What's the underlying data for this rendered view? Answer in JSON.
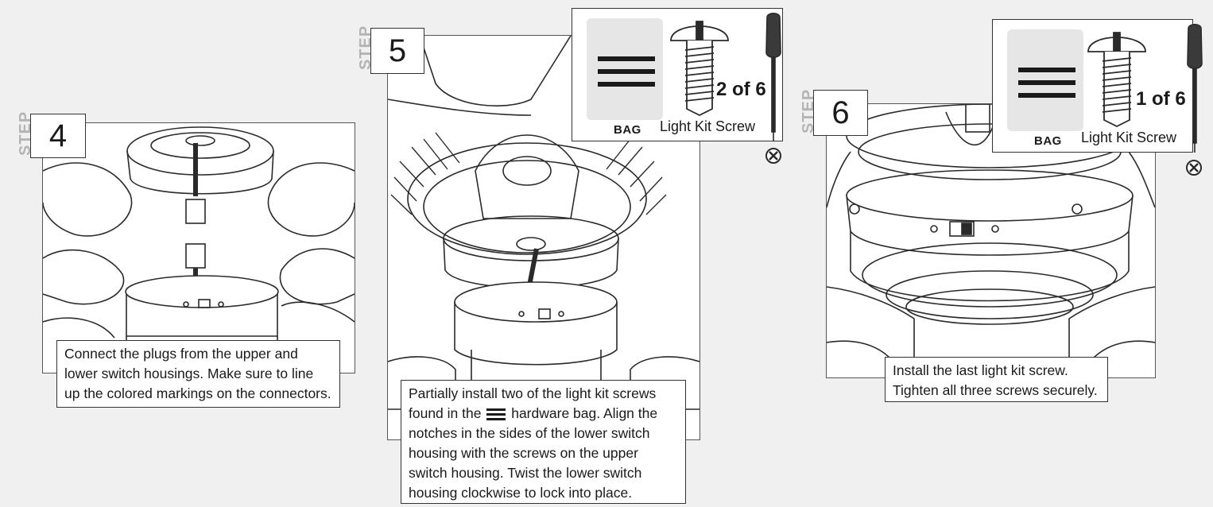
{
  "steps": [
    {
      "step_word": "STEP",
      "number": "4",
      "caption_lines": [
        "Connect the plugs from the upper and",
        "lower switch housings. Make sure to line",
        "up the colored markings on the connectors."
      ]
    },
    {
      "step_word": "STEP",
      "number": "5",
      "caption_lines": [
        "Partially install two of the light kit screws",
        "found in the",
        "hardware bag. Align the",
        "notches in the sides of the lower switch",
        "housing with the screws on the upper",
        "switch housing. Twist the lower switch",
        "housing clockwise to lock into place."
      ],
      "hardware": {
        "bag_label": "BAG",
        "screw_label": "Light Kit Screw",
        "count": "2 of 6"
      }
    },
    {
      "step_word": "STEP",
      "number": "6",
      "caption_lines": [
        "Install the last light kit screw.",
        "Tighten all three screws securely."
      ],
      "hardware": {
        "bag_label": "BAG",
        "screw_label": "Light Kit Screw",
        "count": "1 of 6"
      }
    }
  ],
  "icons": {
    "bag_symbol": "three-bar-bag-icon",
    "screwdriver": "phillips-screwdriver-icon",
    "tip": "phillips-tip-icon"
  },
  "colors": {
    "background": "#f0f0f0",
    "line_art": "#2a2a2a",
    "step_word": "#b4b4b4"
  }
}
